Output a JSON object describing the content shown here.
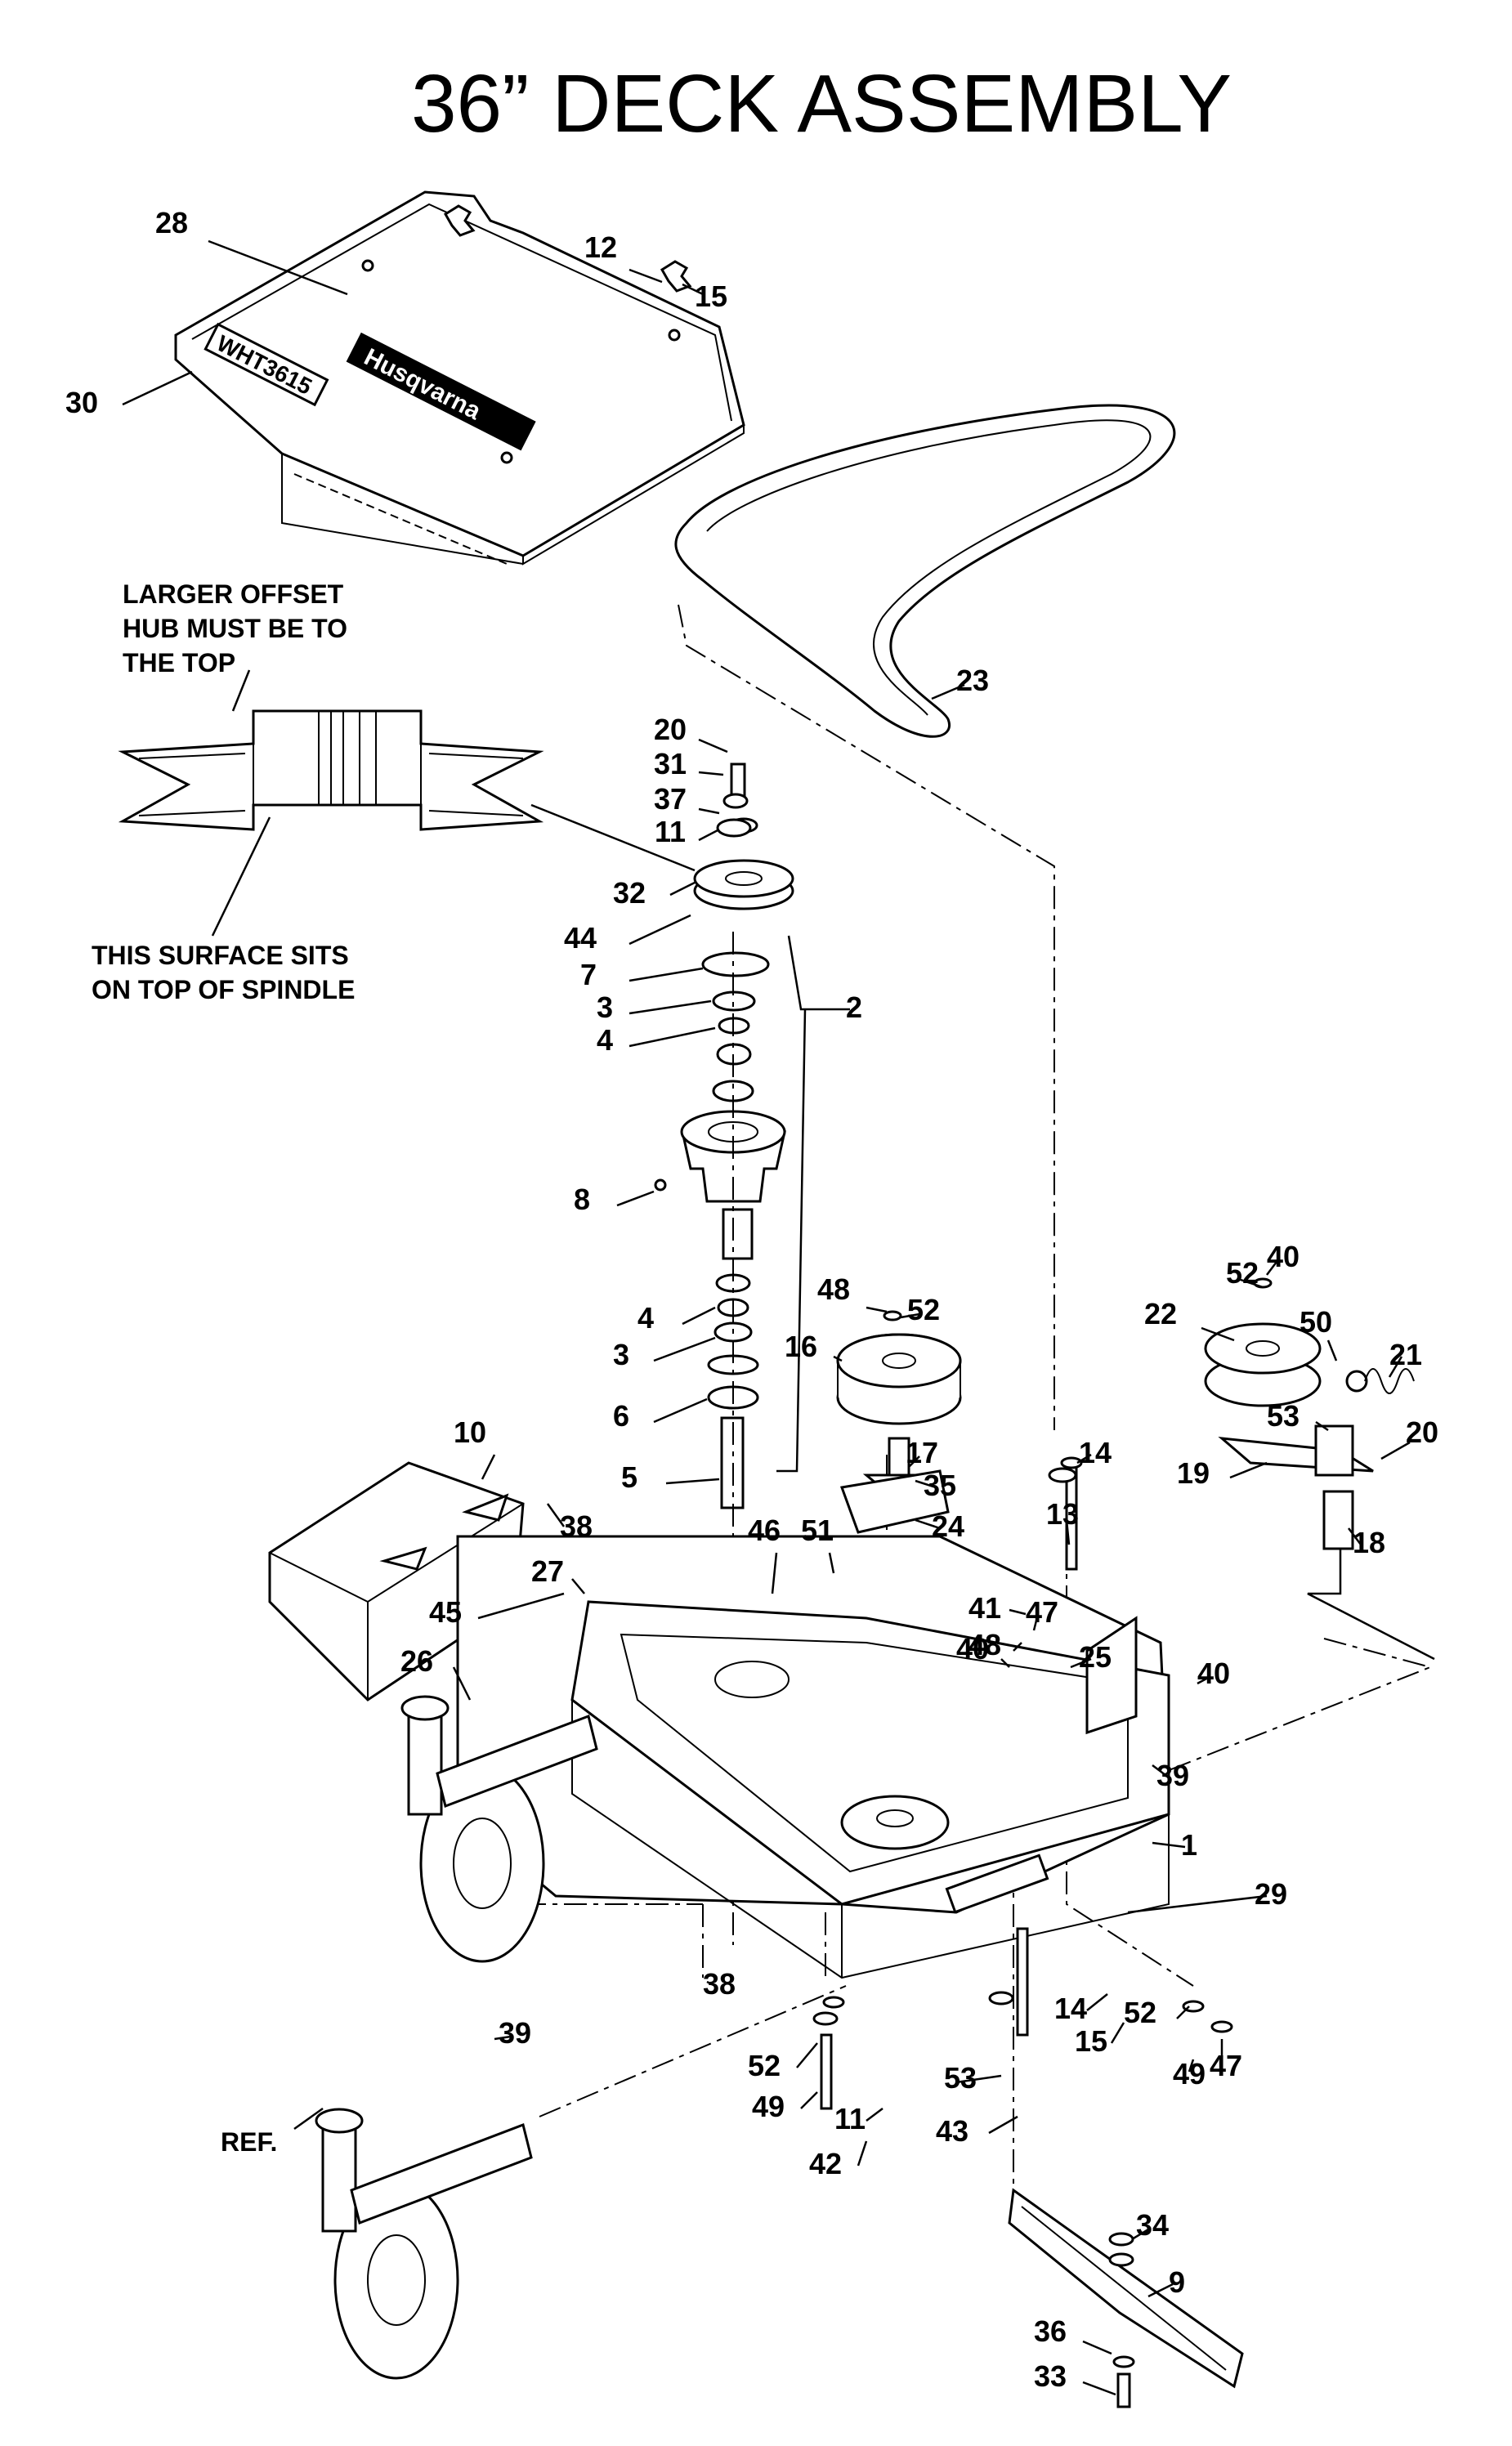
{
  "title": "36” DECK ASSEMBLY",
  "notes": {
    "offset_hub": "LARGER OFFSET\nHUB MUST BE TO\nTHE TOP",
    "surface": "THIS SURFACE SITS\nON TOP OF SPINDLE"
  },
  "brand": "Husqvarna",
  "model": "WHT3615",
  "ref_label": "REF.",
  "callouts": [
    "28",
    "12",
    "15",
    "30",
    "23",
    "20",
    "31",
    "37",
    "11",
    "32",
    "44",
    "7",
    "3",
    "4",
    "2",
    "8",
    "4",
    "3",
    "6",
    "5",
    "48",
    "52",
    "16",
    "17",
    "14",
    "35",
    "24",
    "13",
    "10",
    "38",
    "27",
    "45",
    "46",
    "51",
    "41",
    "48",
    "47",
    "40",
    "25",
    "26",
    "40",
    "39",
    "1",
    "29",
    "40",
    "52",
    "22",
    "50",
    "21",
    "53",
    "19",
    "20",
    "18",
    "14",
    "15",
    "52",
    "49",
    "47",
    "38",
    "52",
    "49",
    "11",
    "53",
    "43",
    "42",
    "39",
    "34",
    "9",
    "36",
    "33"
  ]
}
